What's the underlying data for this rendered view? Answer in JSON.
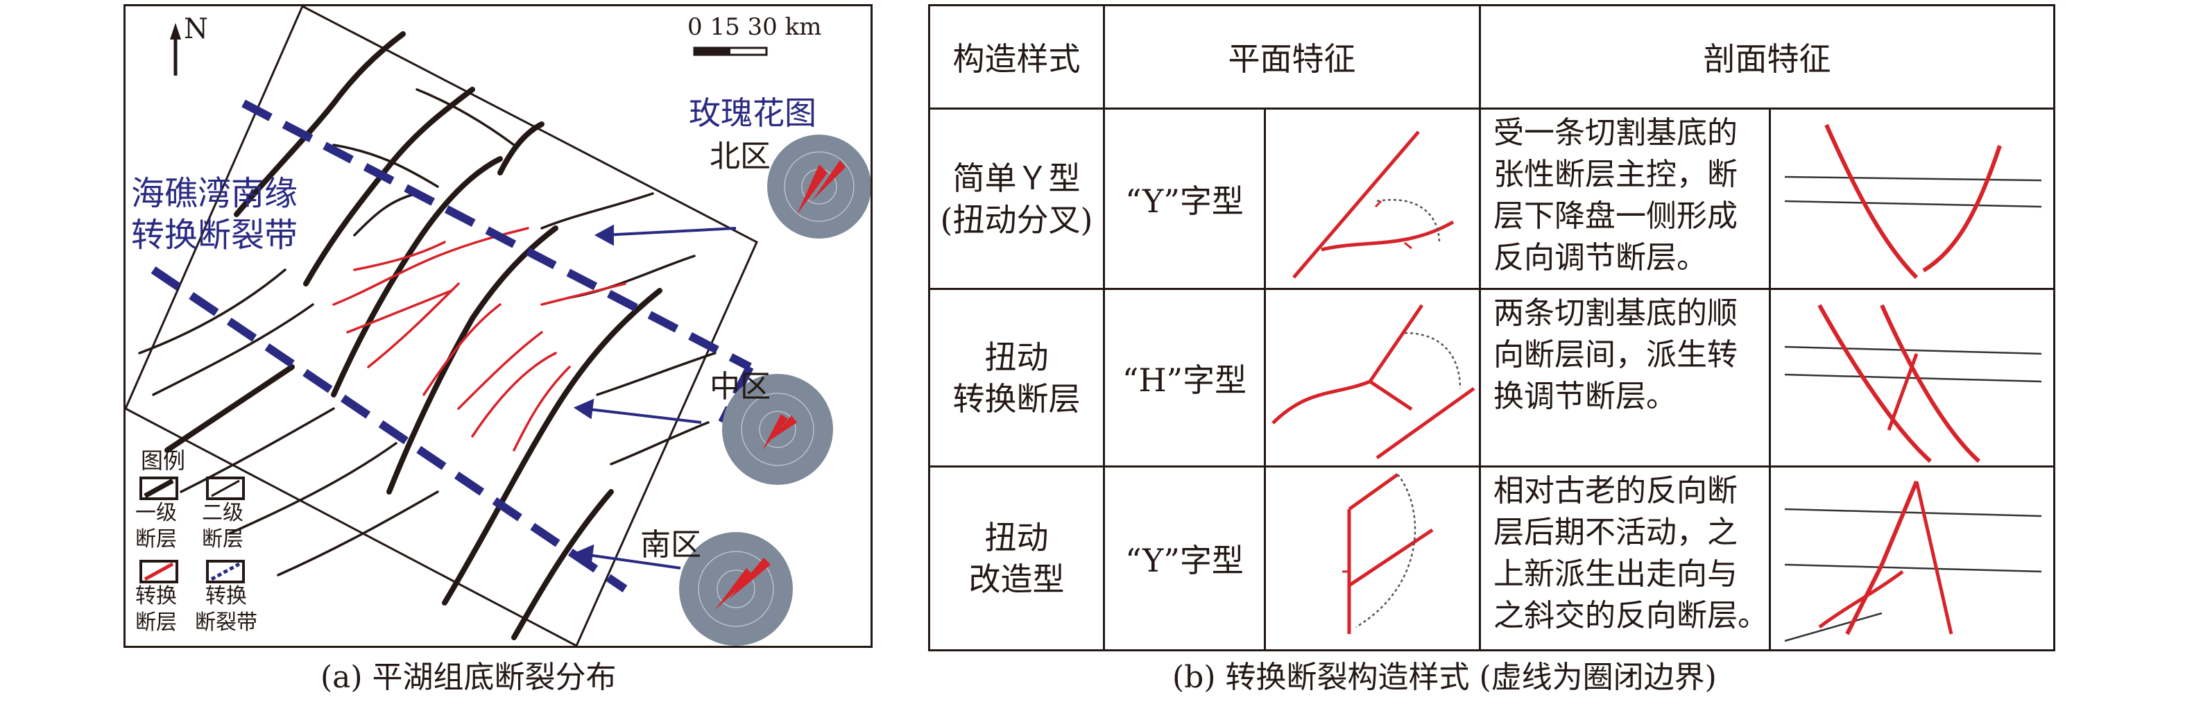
{
  "panel_a": {
    "north_label": "N",
    "scale_label": "0 15 30 km",
    "zone_title_lines": [
      "海礁湾南缘",
      "转换断裂带"
    ],
    "rose_title": "玫瑰花图",
    "zones": {
      "north": "北区",
      "middle": "中区",
      "south": "南区"
    },
    "legend": {
      "title": "图例",
      "items": [
        {
          "label": "一级断层",
          "lines": [
            "一级",
            "断层"
          ]
        },
        {
          "label": "二级断层",
          "lines": [
            "二级",
            "断层"
          ]
        },
        {
          "label": "转换断层",
          "lines": [
            "转换",
            "断层"
          ]
        },
        {
          "label": "转换断裂带",
          "lines": [
            "转换",
            "断裂带"
          ]
        }
      ]
    },
    "caption": "(a) 平湖组底断裂分布"
  },
  "panel_b": {
    "headers": [
      "构造样式",
      "平面特征",
      "剖面特征"
    ],
    "rows": [
      {
        "style_lines": [
          "简单Ｙ型",
          "(扭动分叉)"
        ],
        "plane_type": "“Y”字型",
        "profile_lines": [
          "受一条切割基底的",
          "张性断层主控，断",
          "层下降盘一侧形成",
          "反向调节断层。"
        ]
      },
      {
        "style_lines": [
          "扭动",
          "转换断层"
        ],
        "plane_type": "“H”字型",
        "profile_lines": [
          "两条切割基底的顺",
          "向断层间，派生转",
          "换调节断层。"
        ]
      },
      {
        "style_lines": [
          "扭动",
          "改造型"
        ],
        "plane_type": "“Y”字型",
        "profile_lines": [
          "相对古老的反向断",
          "层后期不活动，之",
          "上新派生出走向与",
          "之斜交的反向断层。"
        ]
      }
    ],
    "caption": "(b) 转换断裂构造样式 (虚线为圈闭边界)"
  },
  "colors": {
    "fault_red": "#d7232a",
    "zone_blue": "#2a2a82",
    "rose_grey": "#7e8a99",
    "ink": "#231815"
  }
}
